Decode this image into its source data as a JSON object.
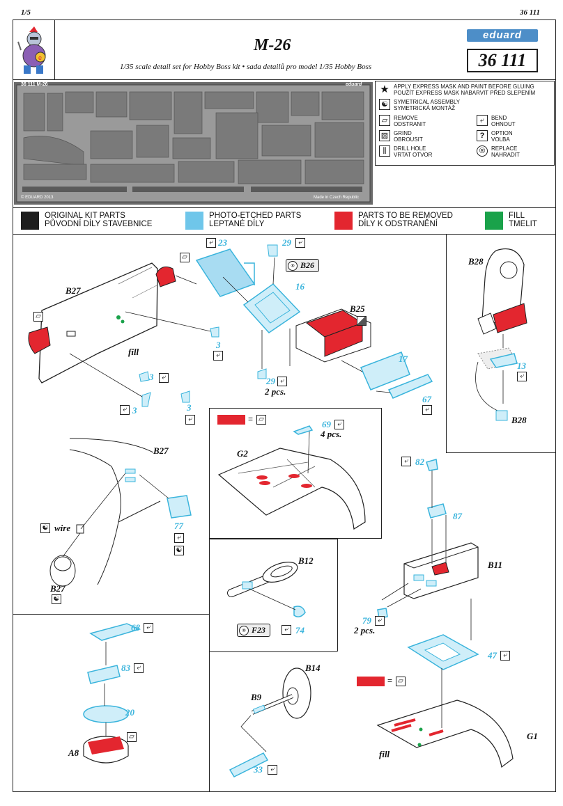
{
  "header": {
    "page_num": "1/5",
    "set_code": "36 111",
    "title": "M-26",
    "subtitle": "1/35 scale detail set for Hobby Boss kit • sada detailů pro model 1/35 Hobby Boss",
    "brand": "eduard",
    "code_box": "36 111"
  },
  "fret": {
    "label_left": "36 111  M-26",
    "label_right": "eduard",
    "copyright": "© EDUARD 2013",
    "made_in": "Made in Czech Republic"
  },
  "legend": {
    "express_mask": [
      "APPLY EXPRESS MASK AND PAINT BEFORE GLUING",
      "POUŽÍT EXPRESS MASK NABARVIT PŘED SLEPENÍM"
    ],
    "symmetrical": [
      "SYMETRICAL ASSEMBLY",
      "SYMETRICKÁ MONTÁŽ"
    ],
    "remove": [
      "REMOVE",
      "ODSTRANIT"
    ],
    "bend": [
      "BEND",
      "OHNOUT"
    ],
    "grind": [
      "GRIND",
      "OBROUSIT"
    ],
    "option": [
      "OPTION",
      "VOLBA"
    ],
    "drill": [
      "DRILL HOLE",
      "VRTAT OTVOR"
    ],
    "replace": [
      "REPLACE",
      "NAHRADIT"
    ]
  },
  "color_key": [
    {
      "line1": "ORIGINAL KIT PARTS",
      "line2": "PŮVODNÍ DÍLY STAVEBNICE",
      "color": "#1e1e1e"
    },
    {
      "line1": "PHOTO-ETCHED PARTS",
      "line2": "LEPTANÉ DÍLY",
      "color": "#6fc6ea"
    },
    {
      "line1": "PARTS TO BE REMOVED",
      "line2": "DÍLY K ODSTRANĚNÍ",
      "color": "#e3262f"
    },
    {
      "line1": "FILL",
      "line2": "TMELIT",
      "color": "#1aa24a"
    }
  ],
  "steps": {
    "s1": {
      "b27": "B27",
      "fill": "fill",
      "p23": "23",
      "p29a": "29",
      "b26": "B26",
      "p16": "16",
      "b25": "B25",
      "p17": "17",
      "p3a": "3",
      "p3b": "3",
      "p3c": "3",
      "p3d": "3",
      "p29b": "29",
      "pcs": "2 pcs.",
      "p67": "67"
    },
    "s2": {
      "b28a": "B28",
      "p13": "13",
      "b28b": "B28"
    },
    "s3": {
      "b27": "B27",
      "wire": "wire",
      "p77": "77",
      "b27b": "B27"
    },
    "s4": {
      "eq": "=",
      "p69": "69",
      "pcs": "4 pcs.",
      "g2": "G2"
    },
    "s5": {
      "b12": "B12",
      "f23": "F23",
      "p74": "74"
    },
    "s6": {
      "p82": "82",
      "p87": "87",
      "b11": "B11",
      "p79": "79",
      "pcs": "2 pcs.",
      "p47": "47",
      "eq": "=",
      "g1": "G1",
      "fill": "fill"
    },
    "s7": {
      "p68": "68",
      "p83": "83",
      "p20": "20",
      "a8": "A8"
    },
    "s8": {
      "b14": "B14",
      "b9": "B9",
      "p33": "33"
    }
  }
}
